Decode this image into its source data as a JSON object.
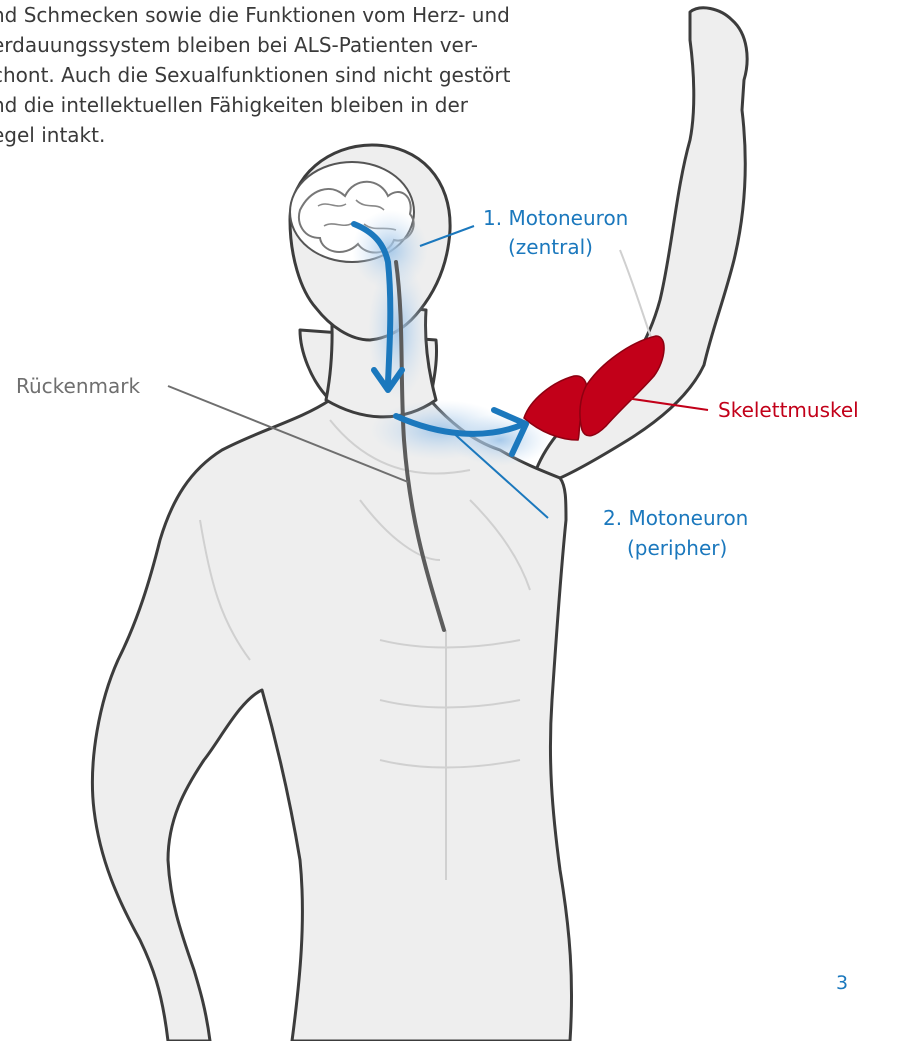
{
  "intro_lines": [
    "nd Schmecken sowie die Funktionen vom Herz- und",
    "erdauungssystem bleiben bei ALS-Patienten ver-",
    "chont. Auch die Sexualfunktionen sind nicht gestört",
    "nd die intellektuellen Fähigkeiten bleiben in der",
    "egel intakt."
  ],
  "labels": {
    "motoneuron1_line1": "1. Motoneuron",
    "motoneuron1_line2": "(zentral)",
    "motoneuron2_line1": "2. Motoneuron",
    "motoneuron2_line2": "(peripher)",
    "rueckenmark": "Rückenmark",
    "skelettmuskel": "Skelettmuskel"
  },
  "colors": {
    "neuron_blue": "#1b78bd",
    "muscle_red": "#c20019",
    "label_grey": "#6f6f6f",
    "body_fill": "#eeeeee",
    "body_outline": "#3c3c3c"
  },
  "page_number": "3"
}
